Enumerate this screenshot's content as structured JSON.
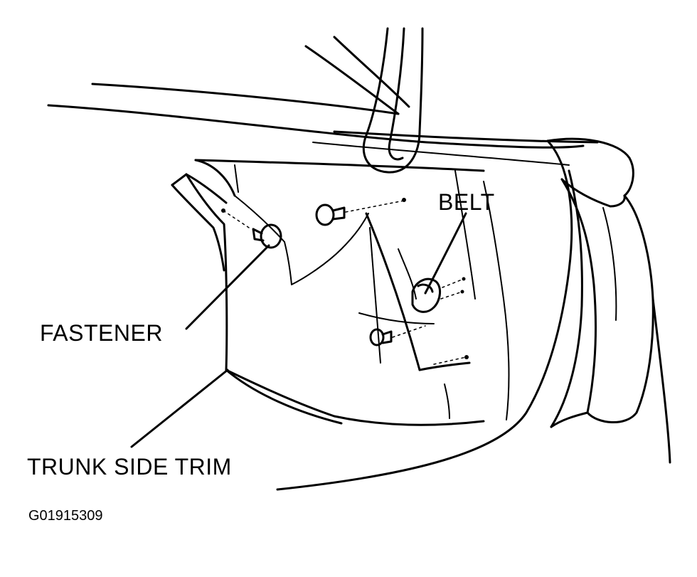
{
  "diagram": {
    "labels": {
      "belt": "BELT",
      "fastener": "FASTENER",
      "trunk_side_trim": "TRUNK SIDE TRIM"
    },
    "figure_id": "G01915309",
    "ink_color": "#000000",
    "background_color": "#ffffff"
  }
}
